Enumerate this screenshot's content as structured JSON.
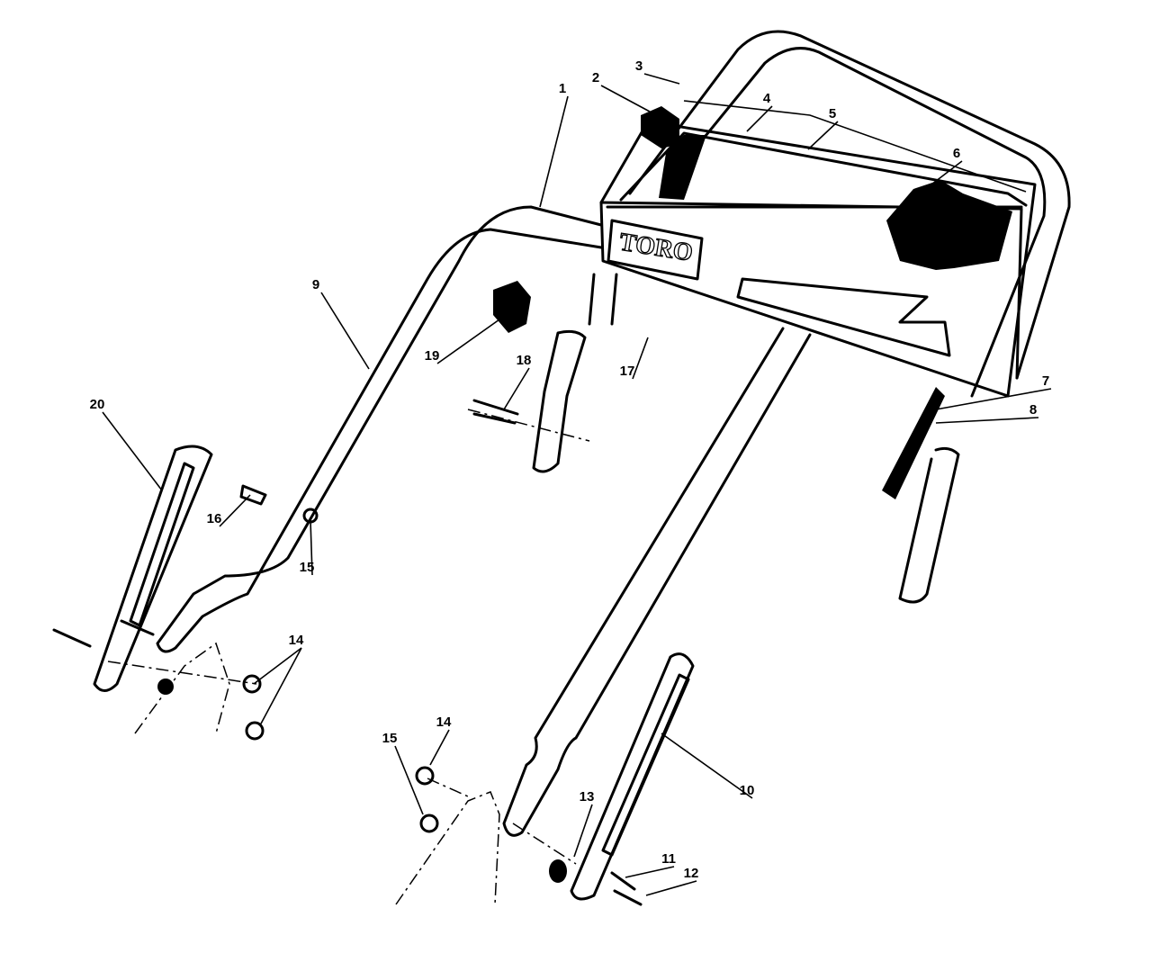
{
  "logo_text": "TORO",
  "callouts": [
    {
      "label": "1",
      "part": "upper-handle"
    },
    {
      "label": "2",
      "part": "control-knob-left"
    },
    {
      "label": "3",
      "part": "bail"
    },
    {
      "label": "4",
      "part": "decal-strip"
    },
    {
      "label": "5",
      "part": "control-panel-edge"
    },
    {
      "label": "6",
      "part": "control-knob-right"
    },
    {
      "label": "7",
      "part": "cable-fitting"
    },
    {
      "label": "8",
      "part": "cable-spring"
    },
    {
      "label": "9",
      "part": "cable-clip"
    },
    {
      "label": "10",
      "part": "handle-bracket-right"
    },
    {
      "label": "11",
      "part": "bolt"
    },
    {
      "label": "12",
      "part": "bolt"
    },
    {
      "label": "13",
      "part": "washer"
    },
    {
      "label": "14",
      "part": "nut"
    },
    {
      "label": "15",
      "part": "nut"
    },
    {
      "label": "14",
      "part": "nuts-left"
    },
    {
      "label": "15",
      "part": "nut-left"
    },
    {
      "label": "16",
      "part": "pin"
    },
    {
      "label": "17",
      "part": "screw"
    },
    {
      "label": "18",
      "part": "bolt-mid"
    },
    {
      "label": "19",
      "part": "knob"
    },
    {
      "label": "20",
      "part": "handle-bracket-left"
    }
  ]
}
